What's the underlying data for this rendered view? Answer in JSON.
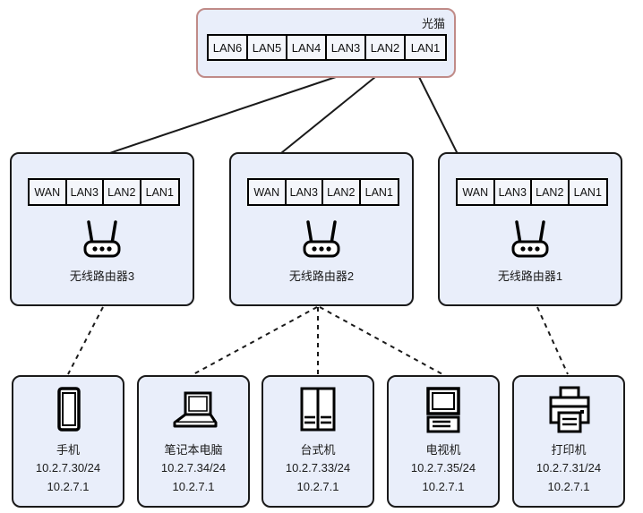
{
  "diagram": {
    "title": "home-network-topology",
    "colors": {
      "node_fill": "#e9eefa",
      "node_border": "#1a1a1a",
      "modem_border": "#c08b88",
      "port_fill": "#f4f6fb",
      "edge_solid": "#1a1a1a",
      "edge_dashed": "#1a1a1a"
    }
  },
  "modem": {
    "label": "光猫",
    "ports": [
      {
        "name": "LAN6"
      },
      {
        "name": "LAN5"
      },
      {
        "name": "LAN4"
      },
      {
        "name": "LAN3"
      },
      {
        "name": "LAN2"
      },
      {
        "name": "LAN1"
      }
    ]
  },
  "routers": [
    {
      "id": "router3",
      "label": "无线路由器3",
      "icon": "wireless-router-icon",
      "ports": [
        {
          "name": "WAN"
        },
        {
          "name": "LAN3"
        },
        {
          "name": "LAN2"
        },
        {
          "name": "LAN1"
        }
      ]
    },
    {
      "id": "router2",
      "label": "无线路由器2",
      "icon": "wireless-router-icon",
      "ports": [
        {
          "name": "WAN"
        },
        {
          "name": "LAN3"
        },
        {
          "name": "LAN2"
        },
        {
          "name": "LAN1"
        }
      ]
    },
    {
      "id": "router1",
      "label": "无线路由器1",
      "icon": "wireless-router-icon",
      "ports": [
        {
          "name": "WAN"
        },
        {
          "name": "LAN3"
        },
        {
          "name": "LAN2"
        },
        {
          "name": "LAN1"
        }
      ]
    }
  ],
  "devices": [
    {
      "id": "phone",
      "label": "手机",
      "icon": "smartphone-icon",
      "ip": "10.2.7.30/24",
      "gateway": "10.2.7.1"
    },
    {
      "id": "laptop",
      "label": "笔记本电脑",
      "icon": "laptop-icon",
      "ip": "10.2.7.34/24",
      "gateway": "10.2.7.1"
    },
    {
      "id": "desktop",
      "label": "台式机",
      "icon": "desktop-tower-icon",
      "ip": "10.2.7.33/24",
      "gateway": "10.2.7.1"
    },
    {
      "id": "tv",
      "label": "电视机",
      "icon": "television-icon",
      "ip": "10.2.7.35/24",
      "gateway": "10.2.7.1"
    },
    {
      "id": "printer",
      "label": "打印机",
      "icon": "printer-icon",
      "ip": "10.2.7.31/24",
      "gateway": "10.2.7.1"
    }
  ],
  "links": {
    "uplinks": [
      {
        "from": "modem.LAN3",
        "to": "router3.WAN",
        "style": "solid"
      },
      {
        "from": "modem.LAN2",
        "to": "router2.WAN",
        "style": "solid"
      },
      {
        "from": "modem.LAN1",
        "to": "router1.WAN",
        "style": "solid"
      }
    ],
    "wireless": [
      {
        "from": "router3",
        "to": "phone",
        "style": "dashed"
      },
      {
        "from": "router2",
        "to": "laptop",
        "style": "dashed"
      },
      {
        "from": "router2",
        "to": "desktop",
        "style": "dashed"
      },
      {
        "from": "router2",
        "to": "tv",
        "style": "dashed"
      },
      {
        "from": "router1",
        "to": "printer",
        "style": "dashed"
      }
    ]
  }
}
